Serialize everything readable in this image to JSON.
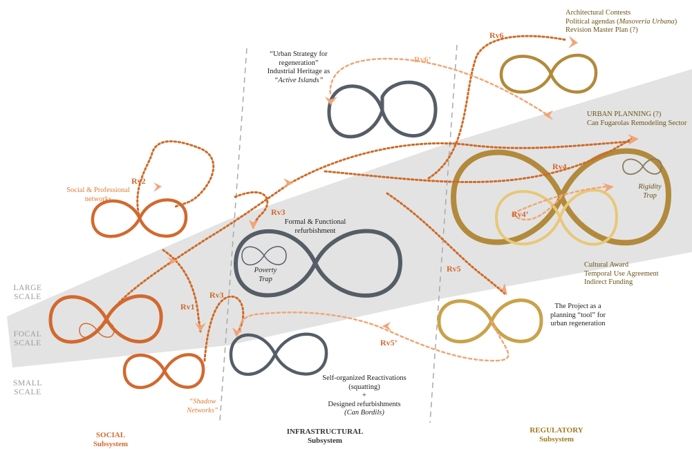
{
  "colors": {
    "social": "#d2692f",
    "social_light": "#f2a378",
    "infrastructural": "#555d66",
    "regulatory": "#b28a3c",
    "regulatory_light": "#e8c777",
    "band": "#d9d9d9",
    "arrow_dark": "#cf6a26",
    "arrow_light": "#f1a574",
    "text_dark": "#222222",
    "text_tan": "#6b5316",
    "text_grey": "#9a9a9a"
  },
  "scales": {
    "large": [
      "LARGE",
      "SCALE"
    ],
    "focal": [
      "FOCAL",
      "SCALE"
    ],
    "small": [
      "SMALL",
      "SCALE"
    ]
  },
  "subsystems": {
    "social": {
      "name": "SOCIAL",
      "sub": "Subsystem"
    },
    "infrastructural": {
      "name": "INFRASTRUCTURAL",
      "sub": "Subsystem"
    },
    "regulatory": {
      "name": "REGULATORY",
      "sub": "Subsystem"
    }
  },
  "labels": {
    "rv1": "Rv1",
    "rv2": "Rv2",
    "rv3_top": "Rv3",
    "rv3_bottom": "Rv3",
    "rv4": "Rv4",
    "rv4p": "Rv4’",
    "rv5": "Rv5",
    "rv5p": "Rv5’",
    "rv6": "Rv6",
    "rv6p": "Rv6’"
  },
  "notes": {
    "social_networks": [
      "Social & Professional",
      "networks"
    ],
    "shadow_networks": [
      "“Shadow",
      "Networks”"
    ],
    "urban_strategy": [
      "“Urban Strategy for",
      "regeneration”",
      "Industrial Heritage as",
      "“Active Islands”"
    ],
    "formal_refurb": [
      "Formal & Functional",
      "refurbishment"
    ],
    "poverty_trap": [
      "Poverty",
      "Trap"
    ],
    "self_organized": [
      "Self-organized Reactivations",
      "(squatting)",
      "+",
      "Designed refurbishments",
      "(Can Bordils)"
    ],
    "contests_line1": "Architectural Contests",
    "contests_line2a": "Political agendas (",
    "contests_line2b": "Masoveria Urbana",
    "contests_line2c": ")",
    "contests_line3": "Revision Master Plan (?)",
    "urban_planning": [
      "URBAN PLANNING (?)",
      "Can Fugarolas Remodeling Sector"
    ],
    "rigidity_trap": [
      "Rigidity",
      "Trap"
    ],
    "cultural_award": [
      "Cultural Award",
      "Temporal Use Agreement",
      "Indirect Funding"
    ],
    "project_tool": [
      "The Project as a",
      "planning “tool” for",
      "urban regeneration"
    ]
  }
}
